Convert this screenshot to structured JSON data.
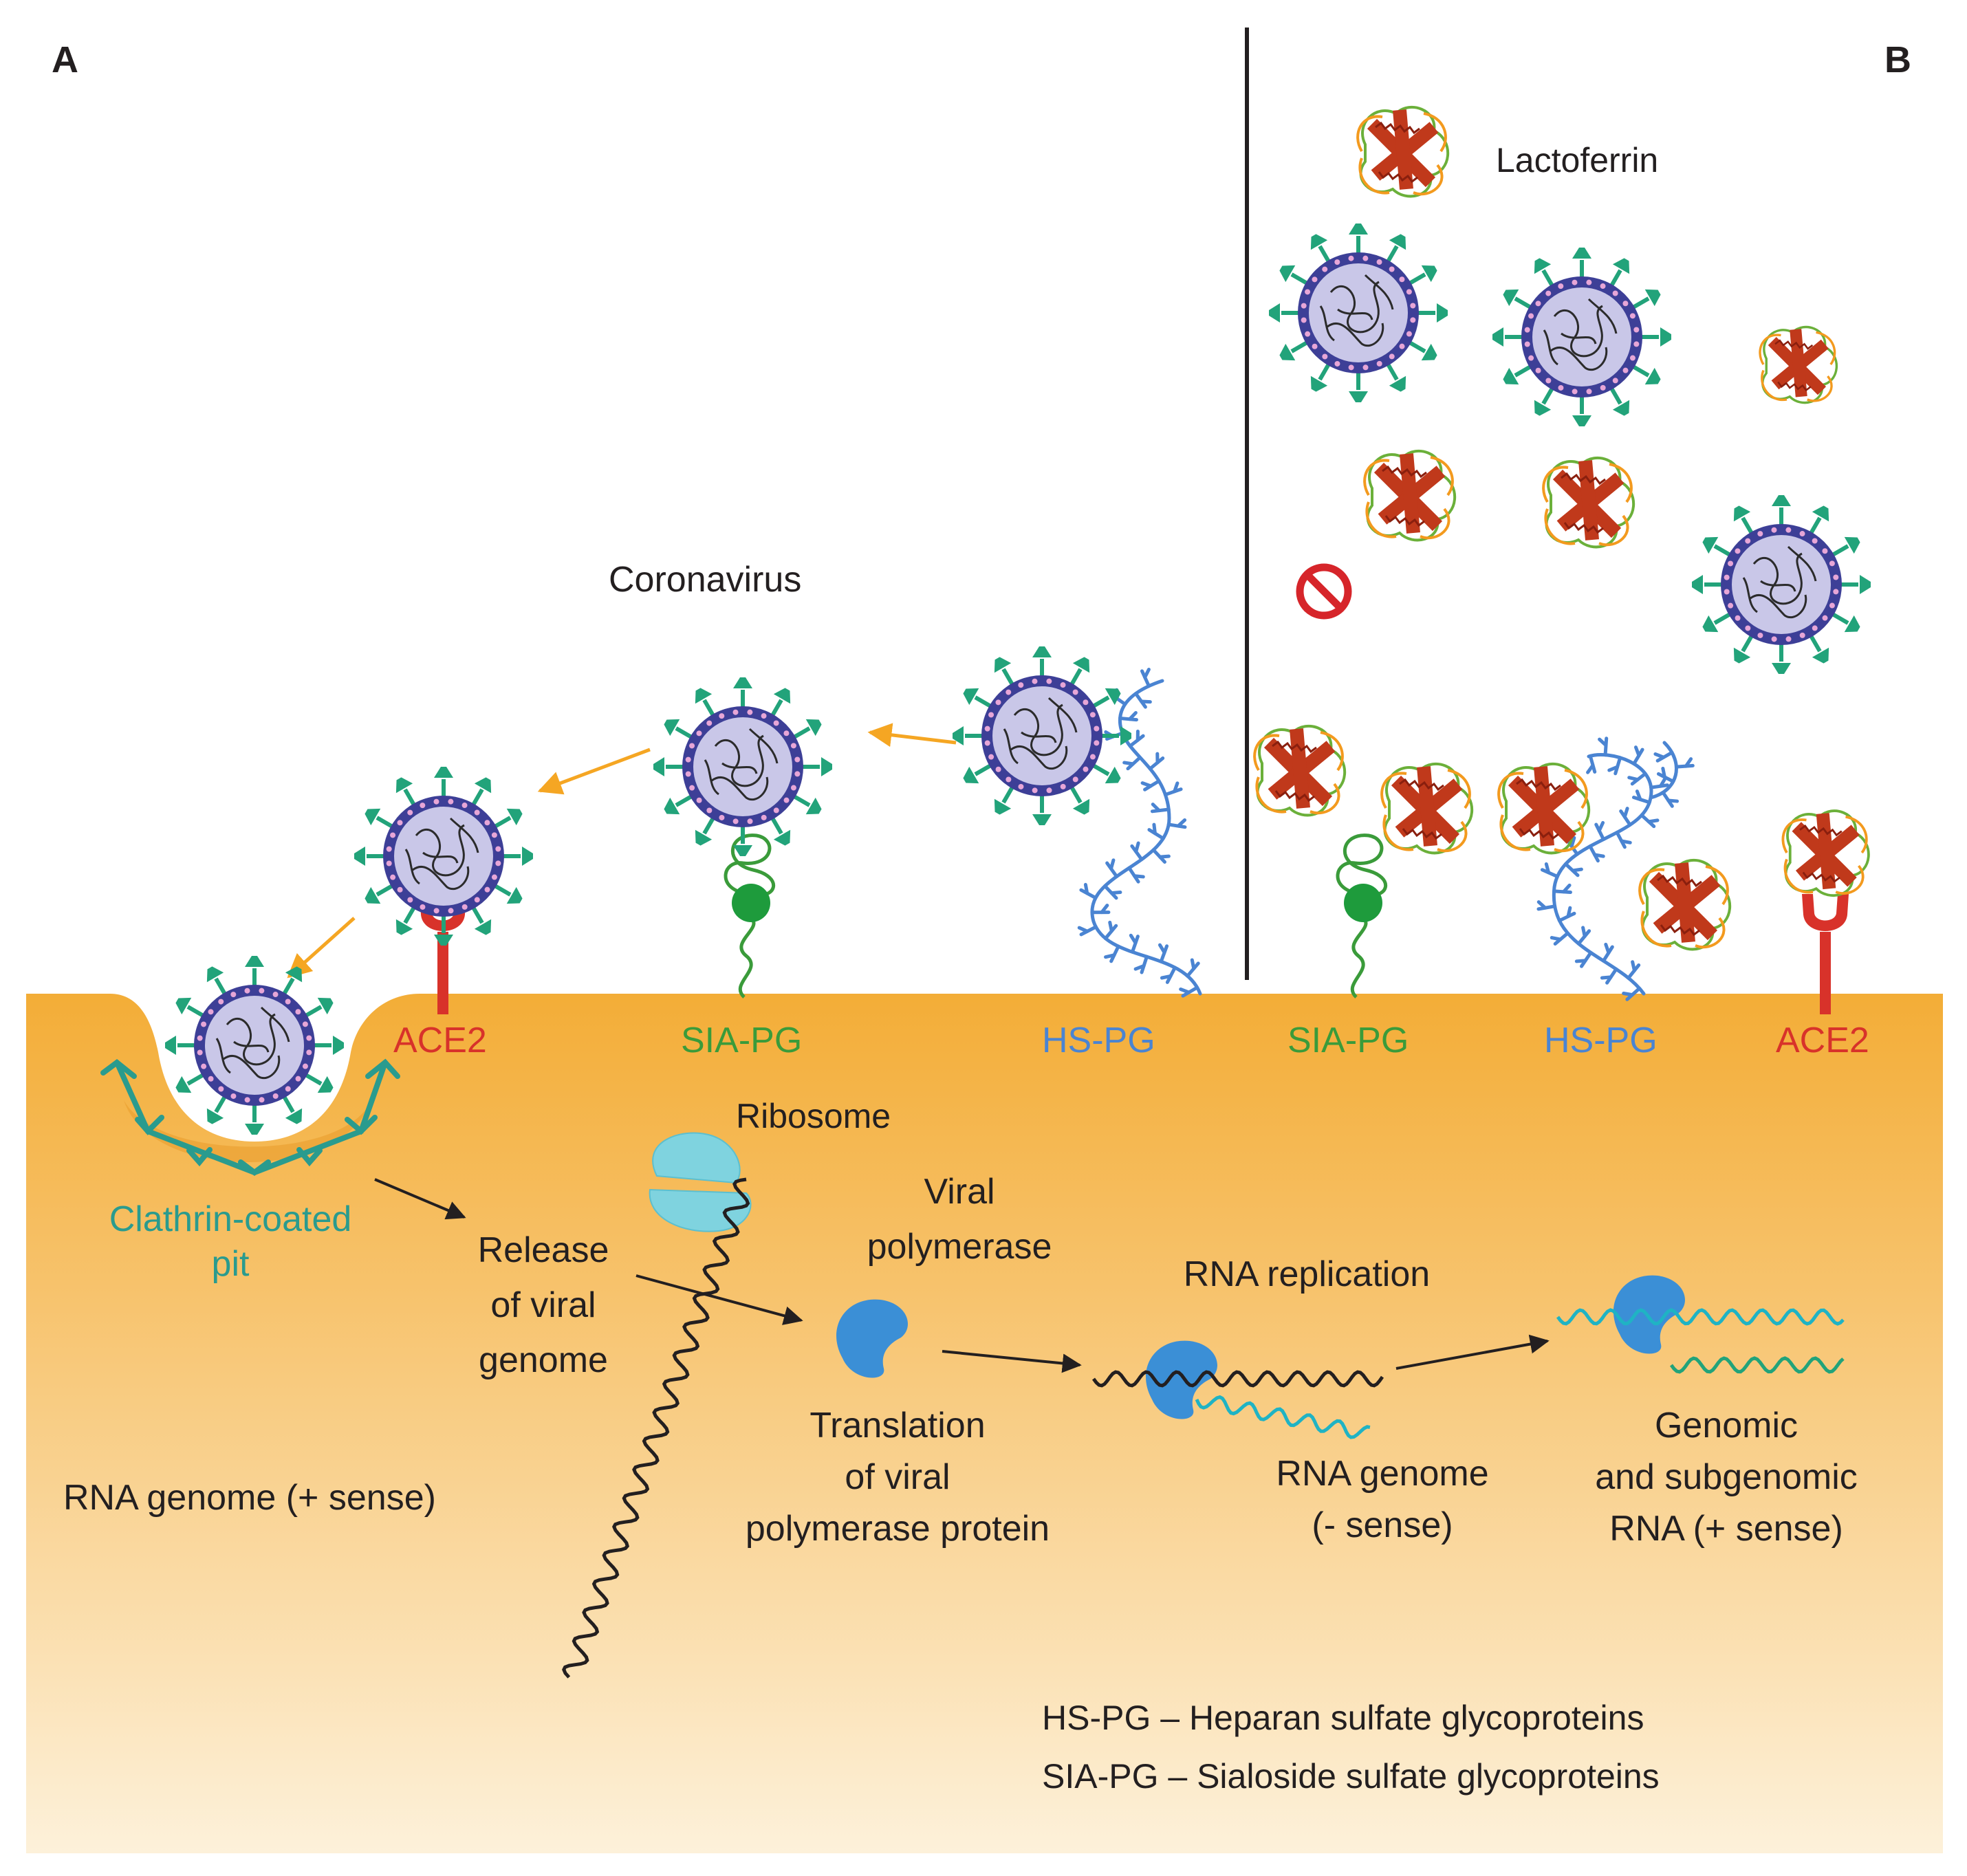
{
  "panels": {
    "a": "A",
    "b": "B"
  },
  "labels": {
    "lactoferrin": "Lactoferrin",
    "coronavirus": "Coronavirus",
    "ace2_a": "ACE2",
    "siapg_a": "SIA-PG",
    "hspg_a": "HS-PG",
    "siapg_b": "SIA-PG",
    "hspg_b": "HS-PG",
    "ace2_b": "ACE2",
    "ribosome": "Ribosome",
    "clathrin_1": "Clathrin-coated",
    "clathrin_2": "pit",
    "release_1": "Release",
    "release_2": "of viral",
    "release_3": "genome",
    "viral_pol_1": "Viral",
    "viral_pol_2": "polymerase",
    "rna_replication": "RNA replication",
    "translation_1": "Translation",
    "translation_2": "of viral",
    "translation_3": "polymerase protein",
    "rna_neg_1": "RNA genome",
    "rna_neg_2": "(- sense)",
    "genomic_1": "Genomic",
    "genomic_2": "and subgenomic",
    "genomic_3": "RNA (+ sense)",
    "rna_pos": "RNA genome (+ sense)",
    "legend_hspg": "HS-PG – Heparan sulfate glycoproteins",
    "legend_siapg": "SIA-PG – Sialoside sulfate glycoproteins"
  },
  "colors": {
    "cell_top": "#f4b13f",
    "cell_bottom": "#fdf0d6",
    "virus_envelope": "#3d3f97",
    "virus_core": "#c7c6e6",
    "spike": "#22a37a",
    "ace2": "#d8322a",
    "siapg": "#3a9b3a",
    "hspg": "#4a84d2",
    "clathrin": "#2a9b8e",
    "arrow_orange": "#f5a623",
    "polymerase": "#3b8fd6",
    "ribosome": "#7fd3df",
    "rna_teal": "#1fb3c4",
    "lactoferrin_red": "#c0391b",
    "lactoferrin_green": "#6bb03a",
    "lactoferrin_orange": "#f39a1e",
    "block": "#d6252a",
    "text": "#231f20"
  }
}
